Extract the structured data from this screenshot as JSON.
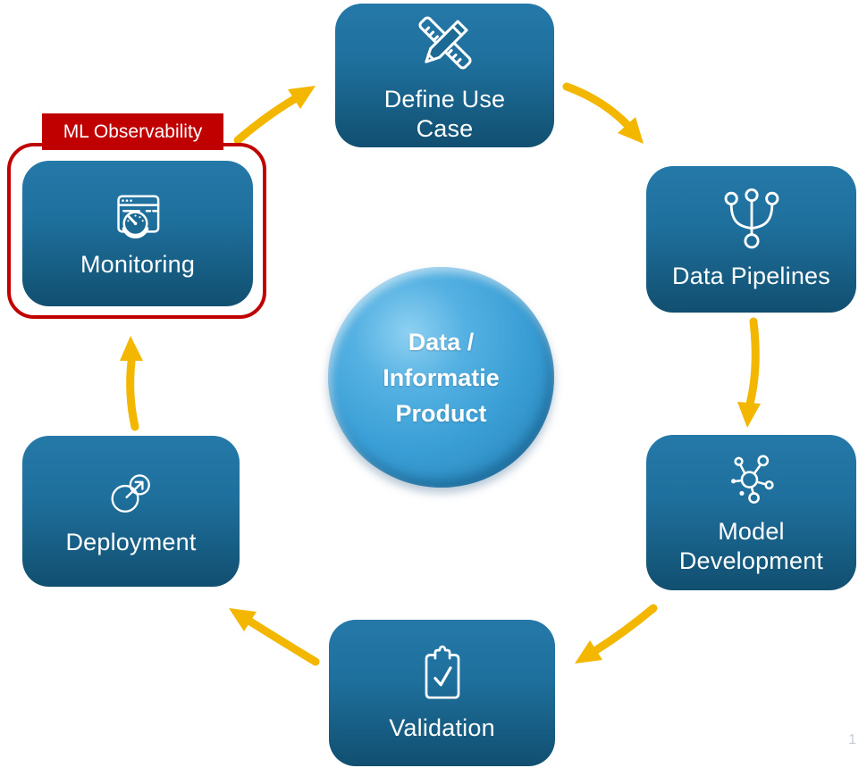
{
  "page": {
    "number": "1"
  },
  "colors": {
    "box_gradient_top": "#2579A8",
    "box_gradient_bottom": "#114F70",
    "arrow_yellow": "#F3B700",
    "highlight_red": "#C00000",
    "center_circle_blue": "#3A9FD6",
    "text_white": "#FFFFFF"
  },
  "center_node": {
    "label": "Data /\nInformatie\nProduct"
  },
  "nodes": [
    {
      "id": "define-use-case",
      "label": "Define Use\nCase",
      "icon": "pencil-ruler-icon"
    },
    {
      "id": "data-pipelines",
      "label": "Data Pipelines",
      "icon": "merge-branches-icon"
    },
    {
      "id": "model-development",
      "label": "Model\nDevelopment",
      "icon": "network-nodes-icon"
    },
    {
      "id": "validation",
      "label": "Validation",
      "icon": "clipboard-check-icon"
    },
    {
      "id": "deployment",
      "label": "Deployment",
      "icon": "launch-arrow-circles-icon"
    },
    {
      "id": "monitoring",
      "label": "Monitoring",
      "icon": "dashboard-gauge-icon",
      "highlight_label": "ML Observability"
    }
  ],
  "edges": [
    {
      "from": "define-use-case",
      "to": "data-pipelines"
    },
    {
      "from": "data-pipelines",
      "to": "model-development"
    },
    {
      "from": "model-development",
      "to": "validation"
    },
    {
      "from": "validation",
      "to": "deployment"
    },
    {
      "from": "deployment",
      "to": "monitoring"
    },
    {
      "from": "monitoring",
      "to": "define-use-case"
    }
  ]
}
